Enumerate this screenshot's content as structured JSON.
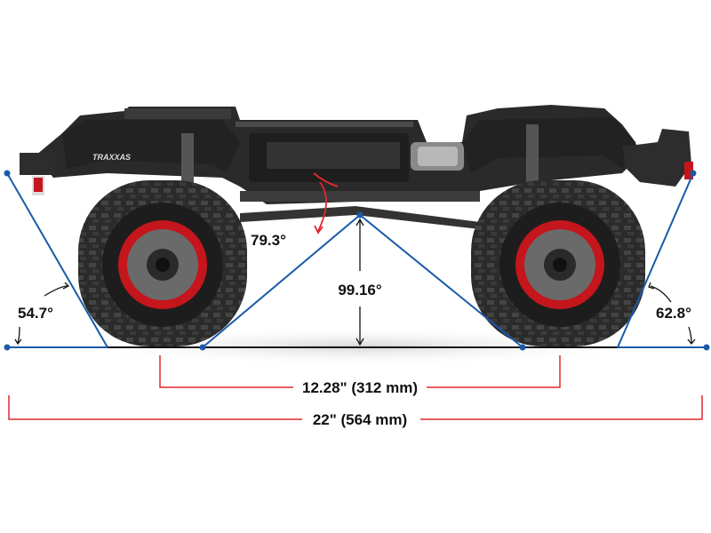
{
  "logo": "TRAXXAS",
  "angles": {
    "approach": "54.7°",
    "breakover_arc": "79.3°",
    "breakover": "99.16°",
    "departure": "62.8°"
  },
  "dimensions": {
    "wheelbase": "12.28\" (312 mm)",
    "length": "22\" (564 mm)"
  },
  "colors": {
    "angle_lines": "#1a5aa8",
    "dimension_lines": "#e0282e",
    "rim_accent": "#c4161c",
    "chassis": "#2a2a2a"
  }
}
